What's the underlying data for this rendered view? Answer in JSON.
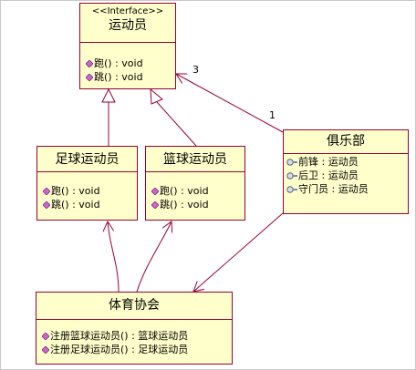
{
  "diagram": {
    "athlete": {
      "stereotype": "<<Interface>>",
      "name": "运动员",
      "operations": [
        "跑() : void",
        "跳() : void"
      ]
    },
    "football": {
      "name": "足球运动员",
      "operations": [
        "跑() : void",
        "跳() : void"
      ]
    },
    "basketball": {
      "name": "篮球运动员",
      "operations": [
        "跑() : void",
        "跳() : void"
      ]
    },
    "club": {
      "name": "俱乐部",
      "attributes": [
        "前锋 : 运动员",
        "后卫 : 运动员",
        "守门员 : 运动员"
      ]
    },
    "association": {
      "name": "体育协会",
      "operations": [
        "注册篮球运动员() : 篮球运动员",
        "注册足球运动员() : 足球运动员"
      ]
    },
    "multiplicity": {
      "athlete_end": "3",
      "club_end": "1"
    },
    "colors": {
      "class_fill": "#ffffcc",
      "border": "#990033",
      "operation_icon": "#cc66cc",
      "attribute_icon": "#7788aa"
    }
  }
}
